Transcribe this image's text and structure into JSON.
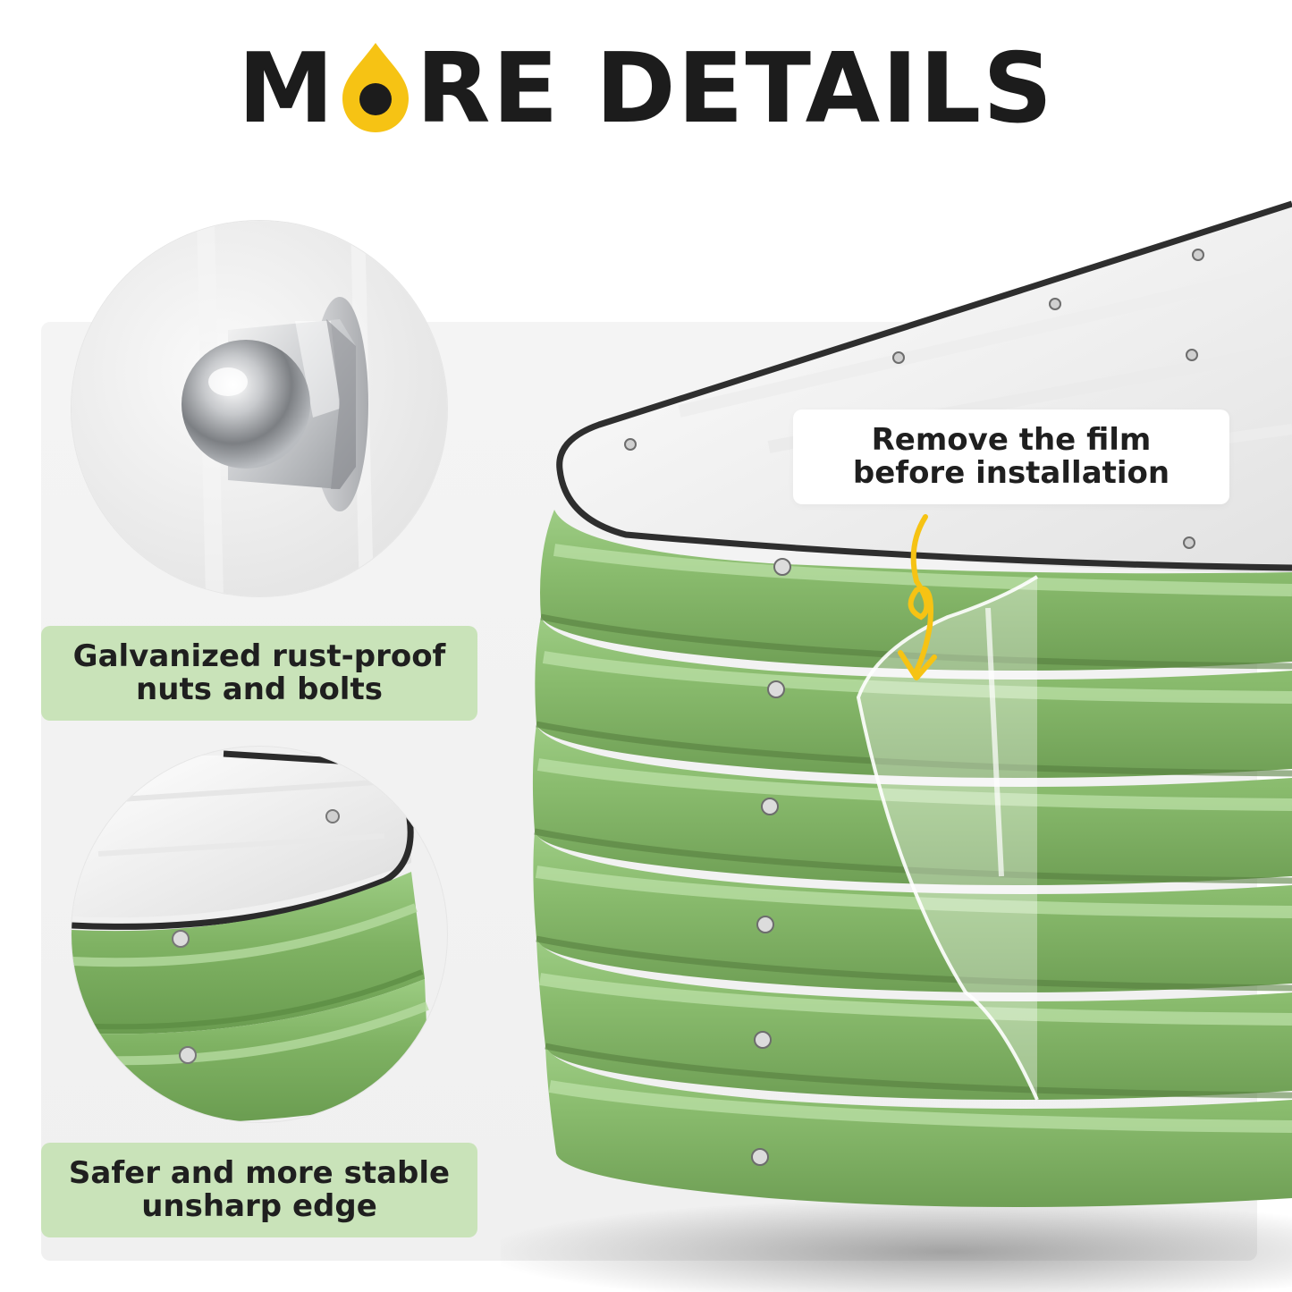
{
  "title": {
    "prefix": "M",
    "suffix": "RE DETAILS",
    "accent_color": "#f6c314",
    "text_color": "#1c1c1c"
  },
  "features": [
    {
      "label": "Galvanized rust-proof\nnuts and bolts",
      "icon": "cap-nut-icon"
    },
    {
      "label": "Safer and more stable\nunsharp edge",
      "icon": "rolled-edge-icon"
    }
  ],
  "callout": {
    "text": "Remove the film\nbefore installation",
    "arrow_color": "#f6c314"
  },
  "colors": {
    "bed_green": "#8dbd70",
    "label_bg": "#c9e3b9",
    "panel_bg": "#f2f2f2"
  }
}
